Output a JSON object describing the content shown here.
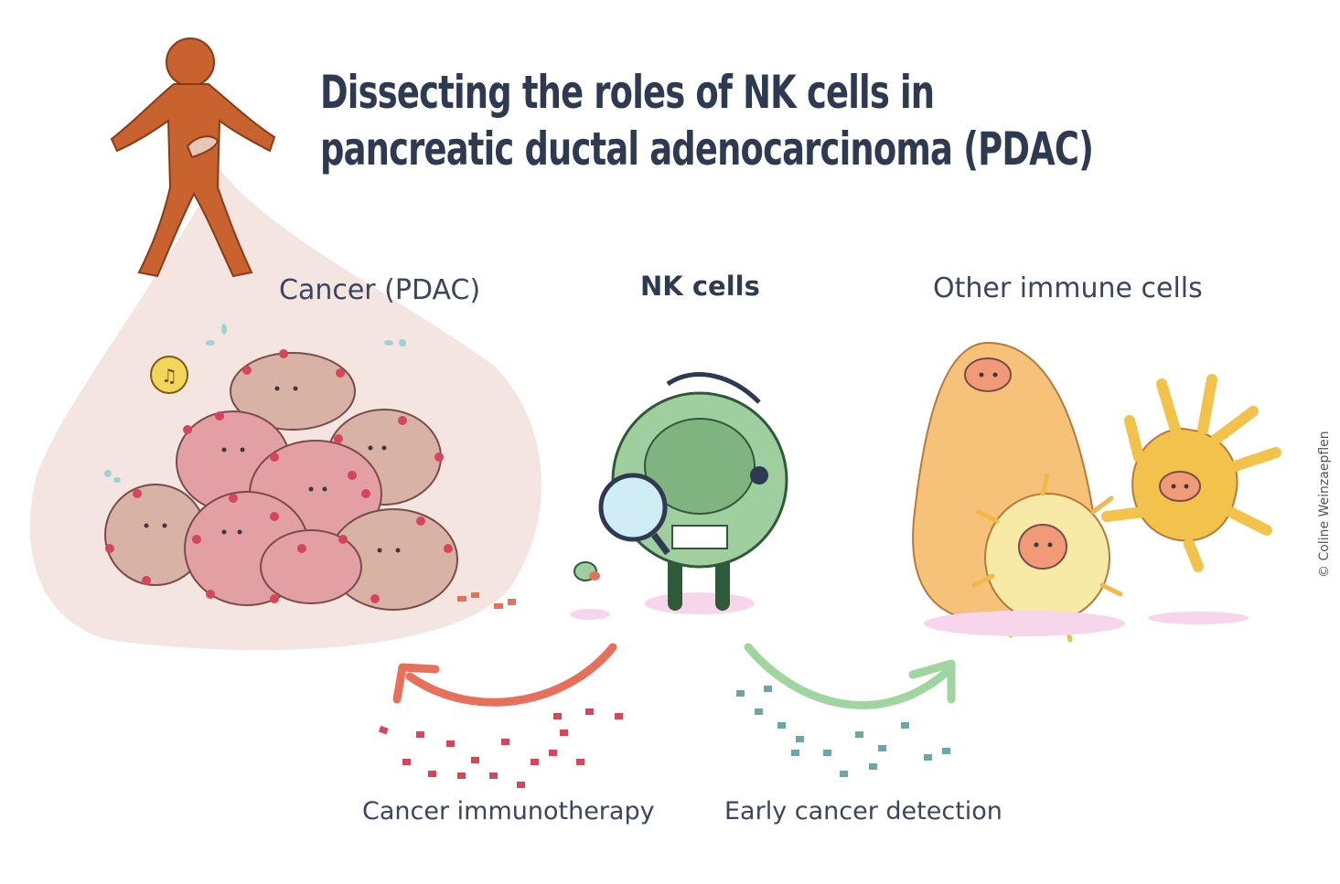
{
  "title": {
    "line1": "Dissecting the roles of NK cells in",
    "line2": "pancreatic ductal adenocarcinoma (PDAC)"
  },
  "labels": {
    "cancer": "Cancer (PDAC)",
    "nk_cells": "NK cells",
    "other_immune": "Other immune cells",
    "immunotherapy": "Cancer immunotherapy",
    "detection": "Early cancer detection"
  },
  "credit": "© Coline Weinzaepflen",
  "colors": {
    "title": "#2e3a52",
    "body_figure": "#c8622f",
    "tumor_bubble": "#f5e5e0",
    "cancer_cell": "#d9b2a6",
    "cancer_spot": "#d8455a",
    "nk_cell": "#9fcf9f",
    "therapy_arrow": "#e8705a",
    "detection_arrow": "#9fd6a0",
    "macrophage": "#f6c27a",
    "dendritic_cell": "#f2c24a",
    "lymphocyte": "#f7e9a6"
  }
}
